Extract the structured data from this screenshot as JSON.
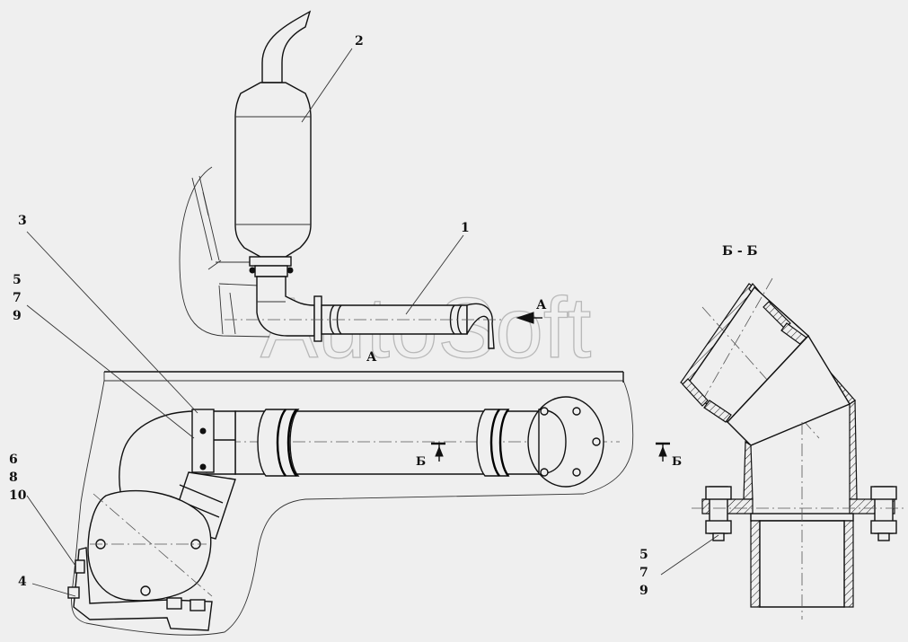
{
  "watermark": "AutoSoft",
  "view_labels": {
    "view_a_arrow": "А",
    "view_a_title": "А",
    "section_mark_left": "Б",
    "section_mark_right": "Б",
    "section_title": "Б - Б"
  },
  "callouts": {
    "c1": "1",
    "c2": "2",
    "c3": "3",
    "c4": "4",
    "c5_7_9_top": [
      "5",
      "7",
      "9"
    ],
    "c6_8_10": [
      "6",
      "8",
      "10"
    ],
    "c5_7_9_section": [
      "5",
      "7",
      "9"
    ]
  }
}
